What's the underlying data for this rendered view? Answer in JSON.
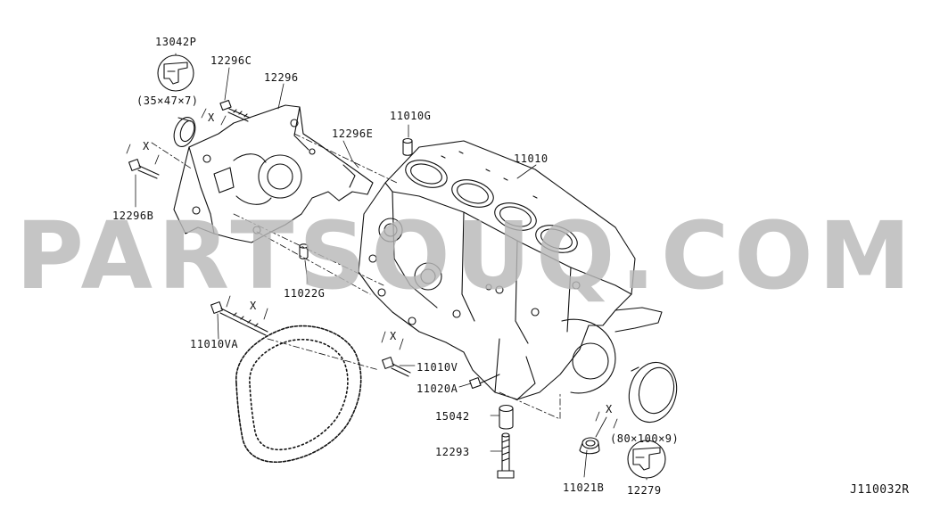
{
  "watermark": "PARTSOUQ.COM",
  "diagram_code": "J110032R",
  "parts": {
    "p13042P": "13042P",
    "p12296C": "12296C",
    "p12296": "12296",
    "dim_small_seal": "(35×47×7)",
    "p12296E": "12296E",
    "p11010G": "11010G",
    "p11010": "11010",
    "p12296B": "12296B",
    "p11022G": "11022G",
    "p11010VA": "11010VA",
    "p11010V": "11010V",
    "p11020A": "11020A",
    "p15042": "15042",
    "p12293": "12293",
    "p11021B": "11021B",
    "dim_large_seal": "(80×100×9)",
    "p12279": "12279"
  },
  "marks": {
    "x": "X"
  }
}
